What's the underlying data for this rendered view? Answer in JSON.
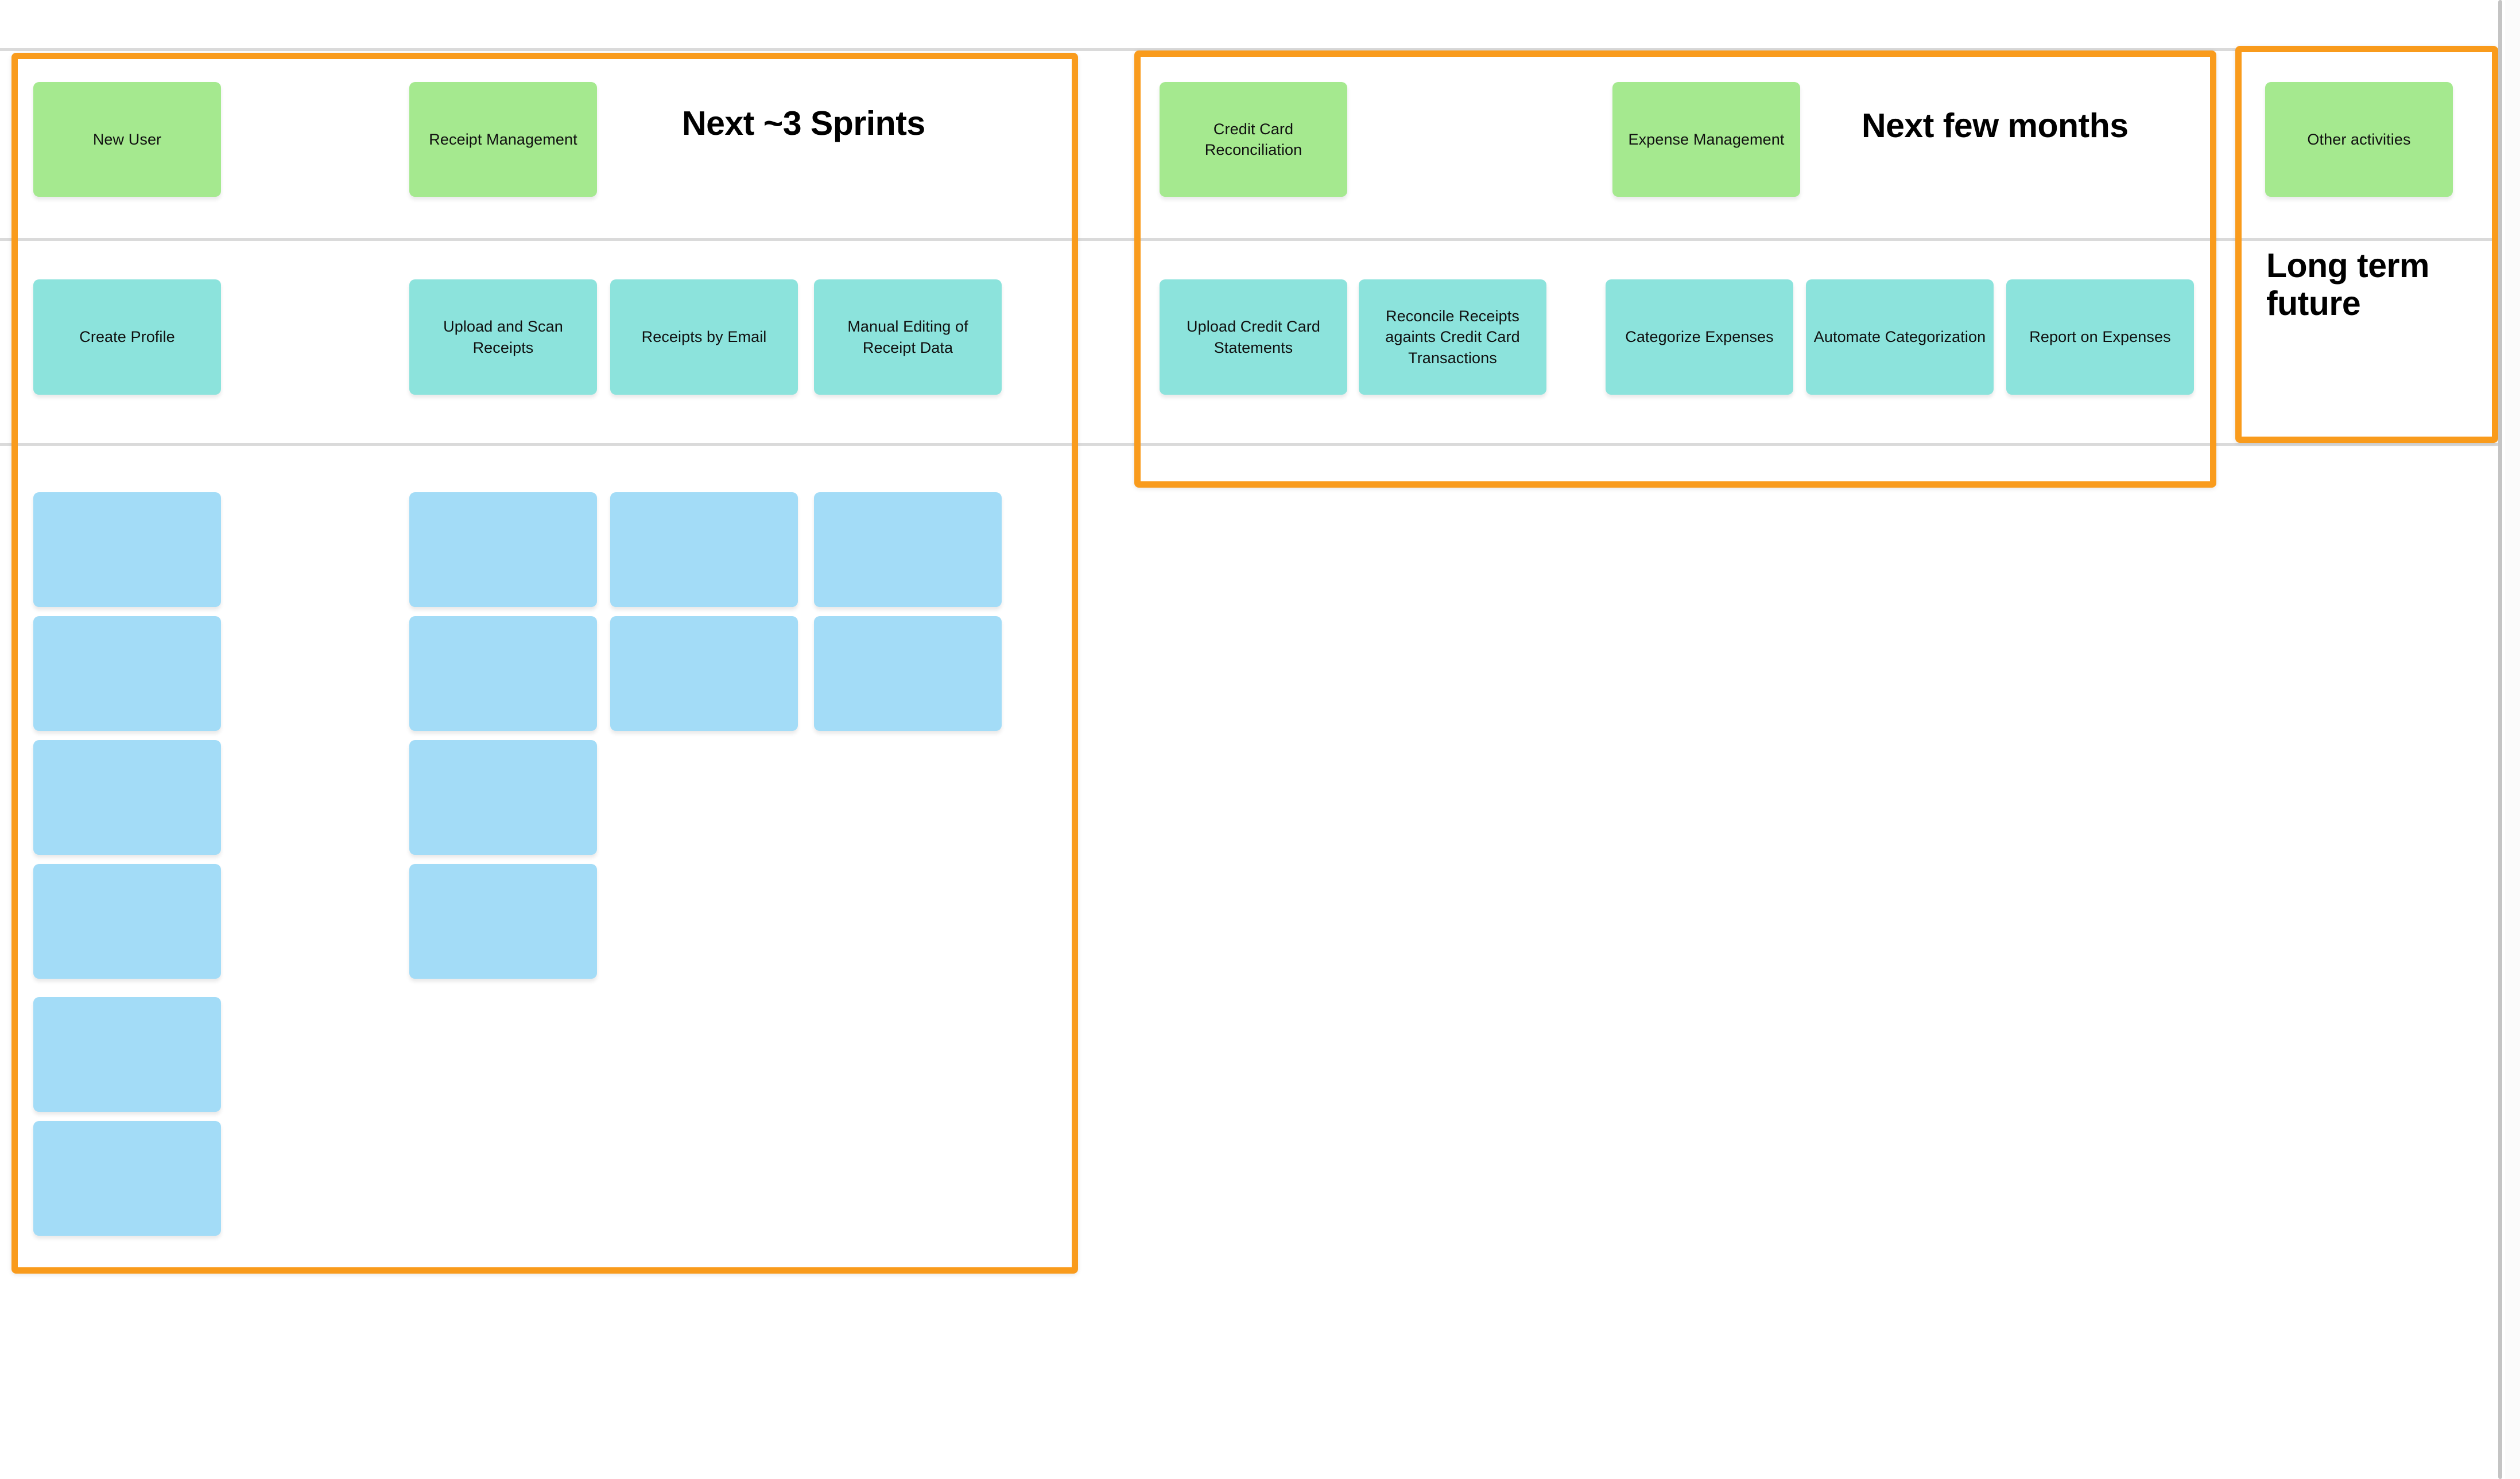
{
  "board": {
    "type": "user-story-map",
    "colors": {
      "frame_highlight": "#F99B1C",
      "epic_card": "#A5E98F",
      "activity_card": "#8CE3DC",
      "story_card": "#A3DCF7",
      "divider_rule": "#DADADA",
      "canvas_background": "#FFFFFF"
    }
  },
  "sections": [
    {
      "id": "next-3-sprints",
      "title": "Next ~3 Sprints",
      "epics": [
        {
          "label": "New User"
        },
        {
          "label": "Receipt Management"
        }
      ],
      "activities": [
        {
          "label": "Create Profile"
        },
        {
          "label": "Upload and Scan Receipts"
        },
        {
          "label": "Receipts by Email"
        },
        {
          "label": "Manual Editing of Receipt Data"
        }
      ],
      "stories": [
        {
          "label": ""
        },
        {
          "label": ""
        },
        {
          "label": ""
        },
        {
          "label": ""
        },
        {
          "label": ""
        },
        {
          "label": ""
        },
        {
          "label": ""
        },
        {
          "label": ""
        },
        {
          "label": ""
        },
        {
          "label": ""
        },
        {
          "label": ""
        },
        {
          "label": ""
        },
        {
          "label": ""
        },
        {
          "label": ""
        }
      ]
    },
    {
      "id": "next-few-months",
      "title": "Next few months",
      "epics": [
        {
          "label": "Credit Card Reconciliation"
        },
        {
          "label": "Expense Management"
        }
      ],
      "activities": [
        {
          "label": "Upload Credit Card Statements"
        },
        {
          "label": "Reconcile Receipts againts Credit Card Transactions"
        },
        {
          "label": "Categorize Expenses"
        },
        {
          "label": "Automate Categorization"
        },
        {
          "label": "Report on Expenses"
        }
      ],
      "stories": []
    },
    {
      "id": "long-term-future",
      "title": "Long term future",
      "epics": [
        {
          "label": "Other activities"
        }
      ],
      "activities": [],
      "stories": []
    }
  ]
}
